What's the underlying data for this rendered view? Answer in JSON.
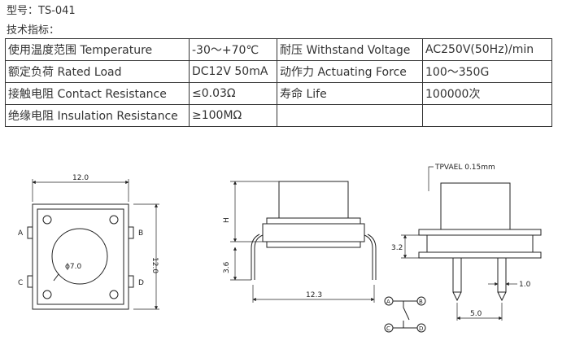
{
  "header": {
    "model": "型号：TS-041",
    "spec_heading": "技术指标："
  },
  "spec_table": [
    [
      "使用温度范围 Temperature",
      "-30～+70℃",
      "耐压 Withstand Voltage",
      "AC250V(50Hz)/min"
    ],
    [
      "额定负荷 Rated Load",
      "DC12V 50mA",
      "动作力 Actuating Force",
      "100～350G"
    ],
    [
      "接触电阻 Contact Resistance",
      "≤0.03Ω",
      "寿命 Life",
      "100000次"
    ],
    [
      "绝缘电阻 Insulation Resistance",
      "≥100MΩ",
      "",
      ""
    ]
  ],
  "drawing": {
    "top_view": {
      "width_dim": "12.0",
      "height_dim": "12.0",
      "button_dia": "ϕ7.0",
      "pins": [
        "A",
        "B",
        "C",
        "D"
      ]
    },
    "front_view": {
      "height_label": "H",
      "lead_dim": "3.6",
      "pitch_dim": "12.3"
    },
    "side_view": {
      "note": "TPVAEL 0.15mm",
      "body_dim": "3.2",
      "lead_dim": "1.0",
      "pitch_dim": "5.0"
    },
    "circuit": {
      "nodes": [
        "A",
        "B",
        "C",
        "D"
      ]
    }
  }
}
